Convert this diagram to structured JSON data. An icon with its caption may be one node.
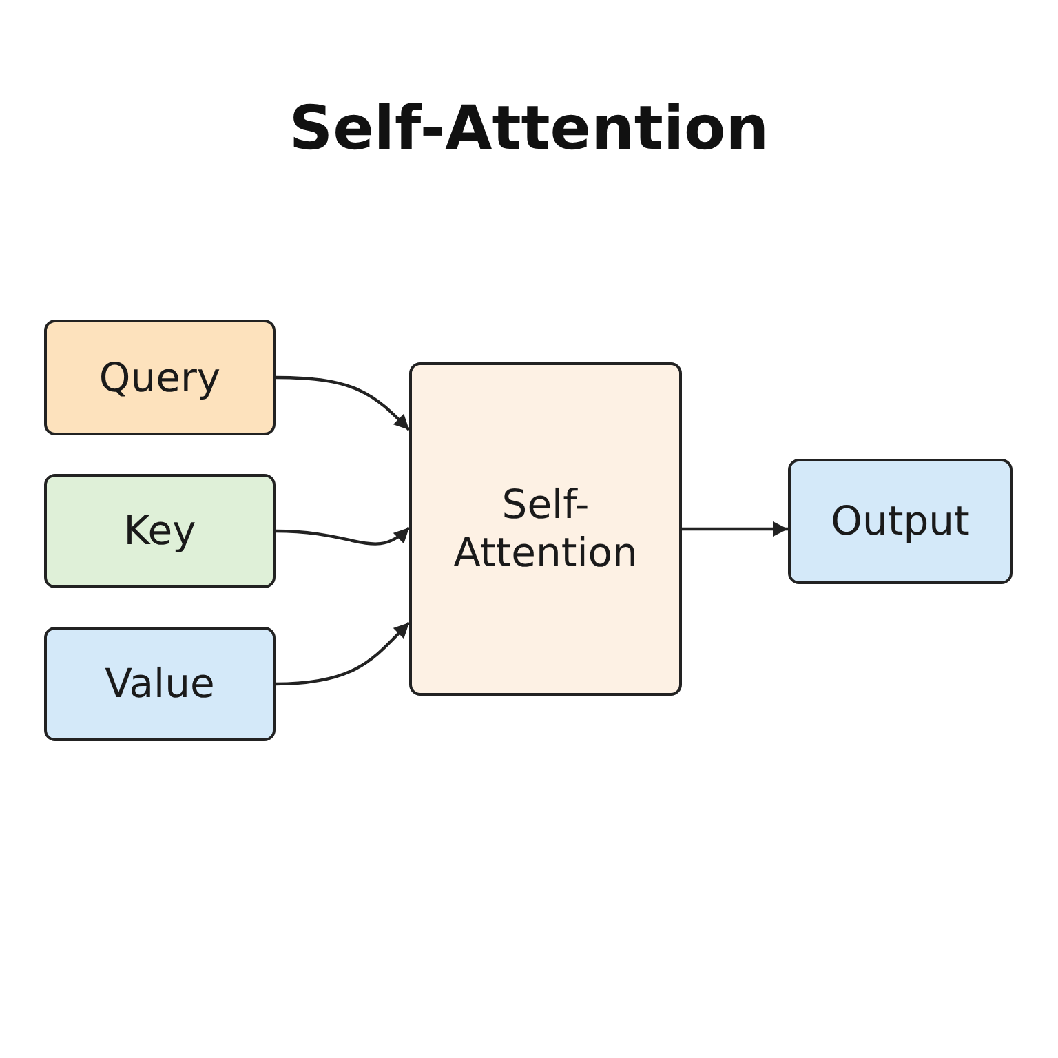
{
  "diagram": {
    "title": "Self-Attention",
    "nodes": [
      {
        "text": [
          "Query"
        ]
      },
      {
        "text": [
          "Key"
        ]
      },
      {
        "text": [
          "Value"
        ]
      },
      {
        "text": [
          "Self- Attention"
        ]
      },
      {
        "text": [
          "Output"
        ]
      }
    ],
    "edges": [
      {
        "from": 0,
        "to": 3,
        "arrow": "to"
      },
      {
        "from": 1,
        "to": 3,
        "arrow": "to"
      },
      {
        "from": 2,
        "to": 3,
        "arrow": "to"
      },
      {
        "from": 3,
        "to": 4,
        "arrow": "to"
      }
    ]
  }
}
